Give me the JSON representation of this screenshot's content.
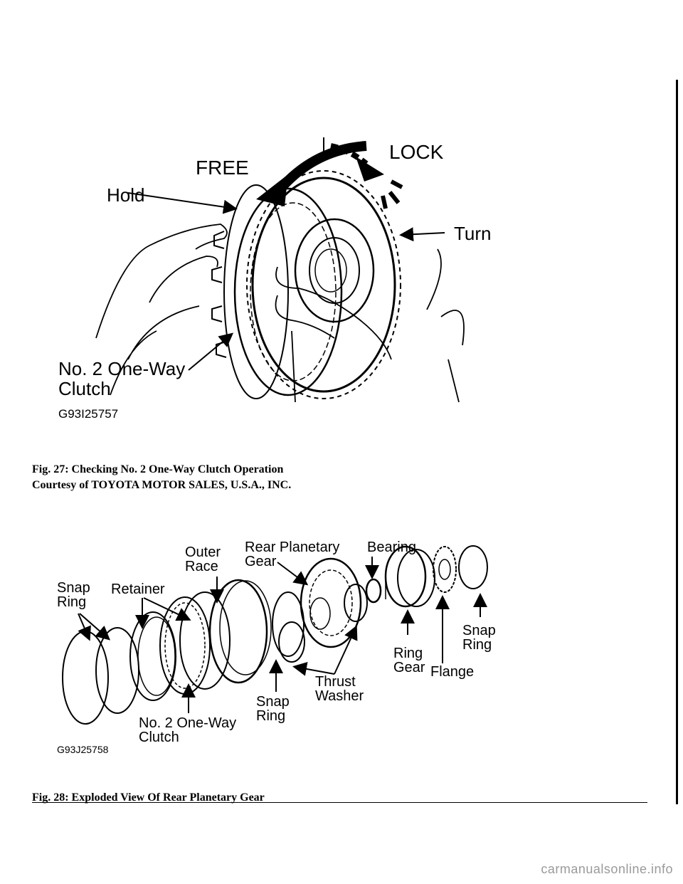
{
  "fig27": {
    "labels": {
      "free": "FREE",
      "lock": "LOCK",
      "hold": "Hold",
      "turn": "Turn",
      "clutch_line1": "No. 2 One-Way",
      "clutch_line2": "Clutch",
      "code": "G93I25757"
    },
    "caption_title": "Fig. 27: Checking No. 2 One-Way Clutch Operation",
    "caption_credit": "Courtesy of TOYOTA MOTOR SALES, U.S.A., INC."
  },
  "fig28": {
    "labels": {
      "snap_ring_left_1": "Snap",
      "snap_ring_left_2": "Ring",
      "retainer": "Retainer",
      "outer_race_1": "Outer",
      "outer_race_2": "Race",
      "rear_planetary_1": "Rear Planetary",
      "rear_planetary_2": "Gear",
      "bearing": "Bearing",
      "snap_ring_right_1": "Snap",
      "snap_ring_right_2": "Ring",
      "ring_gear_1": "Ring",
      "ring_gear_2": "Gear",
      "flange": "Flange",
      "thrust_1": "Thrust",
      "thrust_2": "Washer",
      "snap_ring_mid_1": "Snap",
      "snap_ring_mid_2": "Ring",
      "clutch_1": "No. 2 One-Way",
      "clutch_2": "Clutch",
      "code": "G93J25758"
    },
    "caption_title": "Fig. 28: Exploded View Of Rear Planetary Gear"
  },
  "watermark": "carmanualsonline.info"
}
